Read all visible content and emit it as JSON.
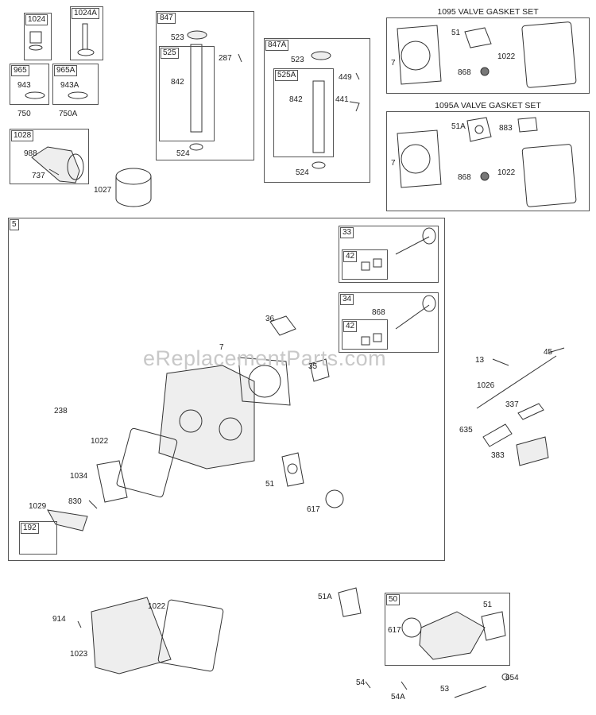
{
  "watermark": "eReplacementParts.com",
  "boxes": {
    "b1024": "1024",
    "b1024a": "1024A",
    "b965": "965",
    "b965a": "965A",
    "b1028": "1028",
    "b847": "847",
    "b525": "525",
    "b847a": "847A",
    "b525a": "525A",
    "b1095": "1095 VALVE GASKET SET",
    "b1095a": "1095A VALVE GASKET SET",
    "b5": "5",
    "b33": "33",
    "b42a": "42",
    "b34": "34",
    "b42b": "42",
    "b192": "192",
    "b50": "50"
  },
  "parts": {
    "p943": "943",
    "p943a": "943A",
    "p750": "750",
    "p750a": "750A",
    "p988": "988",
    "p737": "737",
    "p1027": "1027",
    "p523": "523",
    "p287": "287",
    "p842": "842",
    "p524": "524",
    "p523b": "523",
    "p449": "449",
    "p842b": "842",
    "p441": "441",
    "p524b": "524",
    "p51a": "51",
    "p7a": "7",
    "p1022a": "1022",
    "p868a": "868",
    "p51A_top": "51A",
    "p883": "883",
    "p7b": "7",
    "p868b": "868",
    "p1022b": "1022",
    "p36": "36",
    "p7c": "7",
    "p868c": "868",
    "p35": "35",
    "p238": "238",
    "p1022c": "1022",
    "p1034": "1034",
    "p51b": "51",
    "p1029": "1029",
    "p830": "830",
    "p617a": "617",
    "p13": "13",
    "p45": "45",
    "p1026": "1026",
    "p337": "337",
    "p635": "635",
    "p383": "383",
    "p51A_bot": "51A",
    "p914": "914",
    "p1022d": "1022",
    "p1023": "1023",
    "p617b": "617",
    "p51c": "51",
    "p54": "54",
    "p54a": "54A",
    "p53": "53",
    "p654": "654"
  },
  "icons": [
    "oil-fill-cap-icon",
    "dipstick-tube-icon",
    "oil-filter-icon",
    "valve-gasket-icon",
    "cylinder-head-icon",
    "valve-icon",
    "valve-cover-icon",
    "intake-manifold-icon",
    "spark-plug-icon",
    "ignition-coil-icon"
  ]
}
